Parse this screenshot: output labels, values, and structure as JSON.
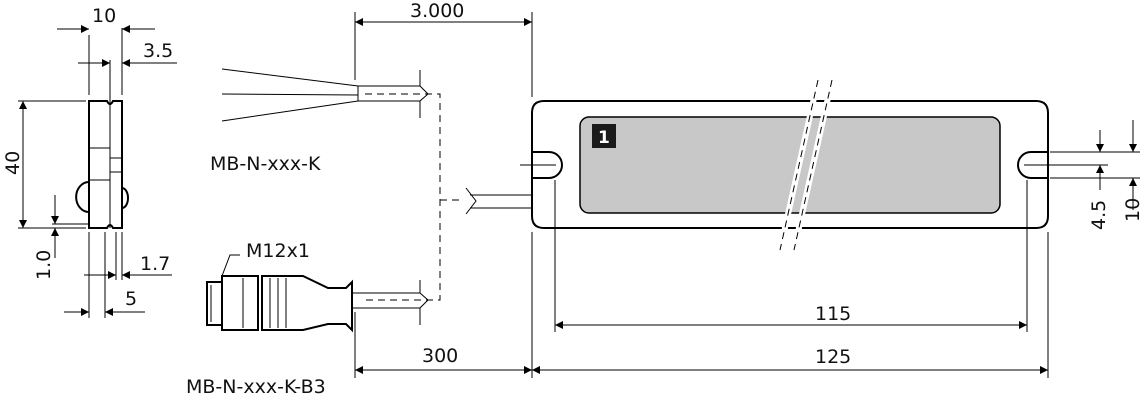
{
  "side_view": {
    "dim_width": "10",
    "dim_groove": "3.5",
    "dim_height": "40",
    "dim_offset": "1.0",
    "dim_lip": "1.7",
    "dim_depth": "5"
  },
  "variants": {
    "cable_label": "MB-N-xxx-K",
    "connector_label": "MB-N-xxx-K-B3",
    "thread_label": "M12x1"
  },
  "main_view": {
    "dim_cable_length": "3.000",
    "dim_pigtail_length": "300",
    "dim_hole_spacing": "115",
    "dim_total_length": "125",
    "dim_slot_width": "4.5",
    "dim_slot_height": "10",
    "badge": "1"
  },
  "colors": {
    "label_area": "#c8c8c8",
    "badge": "#1a1a1a"
  }
}
